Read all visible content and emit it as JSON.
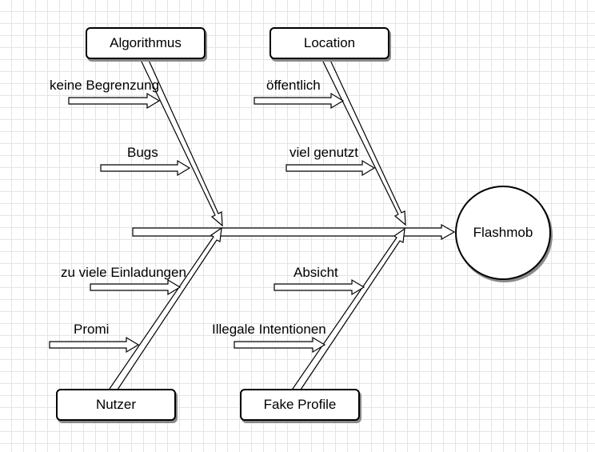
{
  "effect": "Flashmob",
  "categories": {
    "algorithmus": {
      "label": "Algorithmus",
      "causes": [
        "keine Begrenzung",
        "Bugs"
      ]
    },
    "location": {
      "label": "Location",
      "causes": [
        "öffentlich",
        "viel genutzt"
      ]
    },
    "nutzer": {
      "label": "Nutzer",
      "causes": [
        "zu viele Einladungen",
        "Promi"
      ]
    },
    "fake_profile": {
      "label": "Fake Profile",
      "causes": [
        "Absicht",
        "Illegale Intentionen"
      ]
    }
  }
}
